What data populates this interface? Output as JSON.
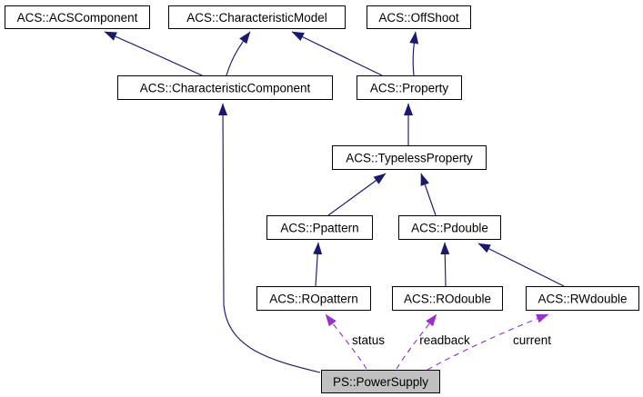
{
  "diagram": {
    "type": "class-inheritance-graph",
    "colors": {
      "background": "#ffffff",
      "node_fill": "#ffffff",
      "node_border": "#000000",
      "focus_node_fill": "#c0c0c0",
      "inheritance_edge": "#191970",
      "usage_edge": "#9932cc",
      "text": "#000000"
    },
    "nodes": {
      "acs_component": {
        "label": "ACS::ACSComponent"
      },
      "characteristic_model": {
        "label": "ACS::CharacteristicModel"
      },
      "offshoot": {
        "label": "ACS::OffShoot"
      },
      "characteristic_component": {
        "label": "ACS::CharacteristicComponent"
      },
      "property": {
        "label": "ACS::Property"
      },
      "typeless_property": {
        "label": "ACS::TypelessProperty"
      },
      "ppattern": {
        "label": "ACS::Ppattern"
      },
      "pdouble": {
        "label": "ACS::Pdouble"
      },
      "ropattern": {
        "label": "ACS::ROpattern"
      },
      "rodouble": {
        "label": "ACS::ROdouble"
      },
      "rwdouble": {
        "label": "ACS::RWdouble"
      },
      "powersupply": {
        "label": "PS::PowerSupply"
      }
    },
    "edges": [
      {
        "from": "ACS::CharacteristicComponent",
        "to": "ACS::ACSComponent",
        "relation": "inheritance",
        "label": ""
      },
      {
        "from": "ACS::CharacteristicComponent",
        "to": "ACS::CharacteristicModel",
        "relation": "inheritance",
        "label": ""
      },
      {
        "from": "ACS::Property",
        "to": "ACS::CharacteristicModel",
        "relation": "inheritance",
        "label": ""
      },
      {
        "from": "ACS::Property",
        "to": "ACS::OffShoot",
        "relation": "inheritance",
        "label": ""
      },
      {
        "from": "ACS::TypelessProperty",
        "to": "ACS::Property",
        "relation": "inheritance",
        "label": ""
      },
      {
        "from": "ACS::Ppattern",
        "to": "ACS::TypelessProperty",
        "relation": "inheritance",
        "label": ""
      },
      {
        "from": "ACS::Pdouble",
        "to": "ACS::TypelessProperty",
        "relation": "inheritance",
        "label": ""
      },
      {
        "from": "ACS::ROpattern",
        "to": "ACS::Ppattern",
        "relation": "inheritance",
        "label": ""
      },
      {
        "from": "ACS::ROdouble",
        "to": "ACS::Pdouble",
        "relation": "inheritance",
        "label": ""
      },
      {
        "from": "ACS::RWdouble",
        "to": "ACS::Pdouble",
        "relation": "inheritance",
        "label": ""
      },
      {
        "from": "PS::PowerSupply",
        "to": "ACS::CharacteristicComponent",
        "relation": "inheritance",
        "label": ""
      },
      {
        "from": "PS::PowerSupply",
        "to": "ACS::ROpattern",
        "relation": "usage",
        "label": "status"
      },
      {
        "from": "PS::PowerSupply",
        "to": "ACS::ROdouble",
        "relation": "usage",
        "label": "readback"
      },
      {
        "from": "PS::PowerSupply",
        "to": "ACS::RWdouble",
        "relation": "usage",
        "label": "current"
      }
    ]
  }
}
